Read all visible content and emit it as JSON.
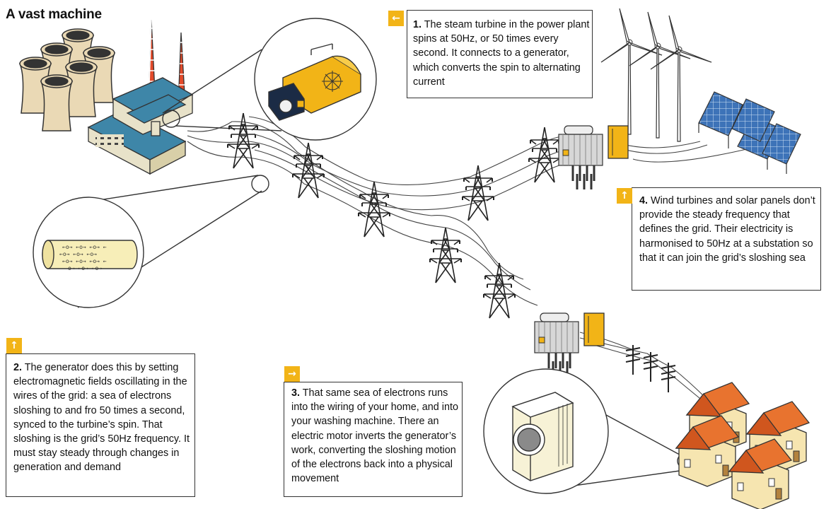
{
  "title": "A vast machine",
  "accent_color": "#f2b417",
  "callouts": {
    "c1": {
      "number": "1.",
      "text": "The steam turbine in the power plant spins at 50Hz, or 50 times every second. It connects to a generator, which converts the spin to alternating current",
      "arrow_icon": "arrow-left-icon",
      "arrow_glyph": "←"
    },
    "c2": {
      "number": "2.",
      "text": "The generator does this by setting electromagnetic fields oscillating in the wires of the grid: a sea of electrons sloshing to and fro 50 times a second, synced to the turbine’s spin. That sloshing is the grid’s 50Hz frequency. It must stay steady through changes in generation and demand",
      "arrow_icon": "arrow-up-icon",
      "arrow_glyph": "↑"
    },
    "c3": {
      "number": "3.",
      "text": "That same sea of electrons runs into the wiring of your home, and into your washing machine. There an electric motor inverts the generator’s work, converting the sloshing motion of the electrons back into a physical movement",
      "arrow_icon": "arrow-right-icon",
      "arrow_glyph": "→"
    },
    "c4": {
      "number": "4.",
      "text": "Wind turbines and solar panels don’t provide the steady frequency that defines the grid. Their electricity is harmonised to 50Hz at a substation so that it can join the grid’s sloshing sea",
      "arrow_icon": "arrow-up-icon",
      "arrow_glyph": "↑"
    }
  }
}
